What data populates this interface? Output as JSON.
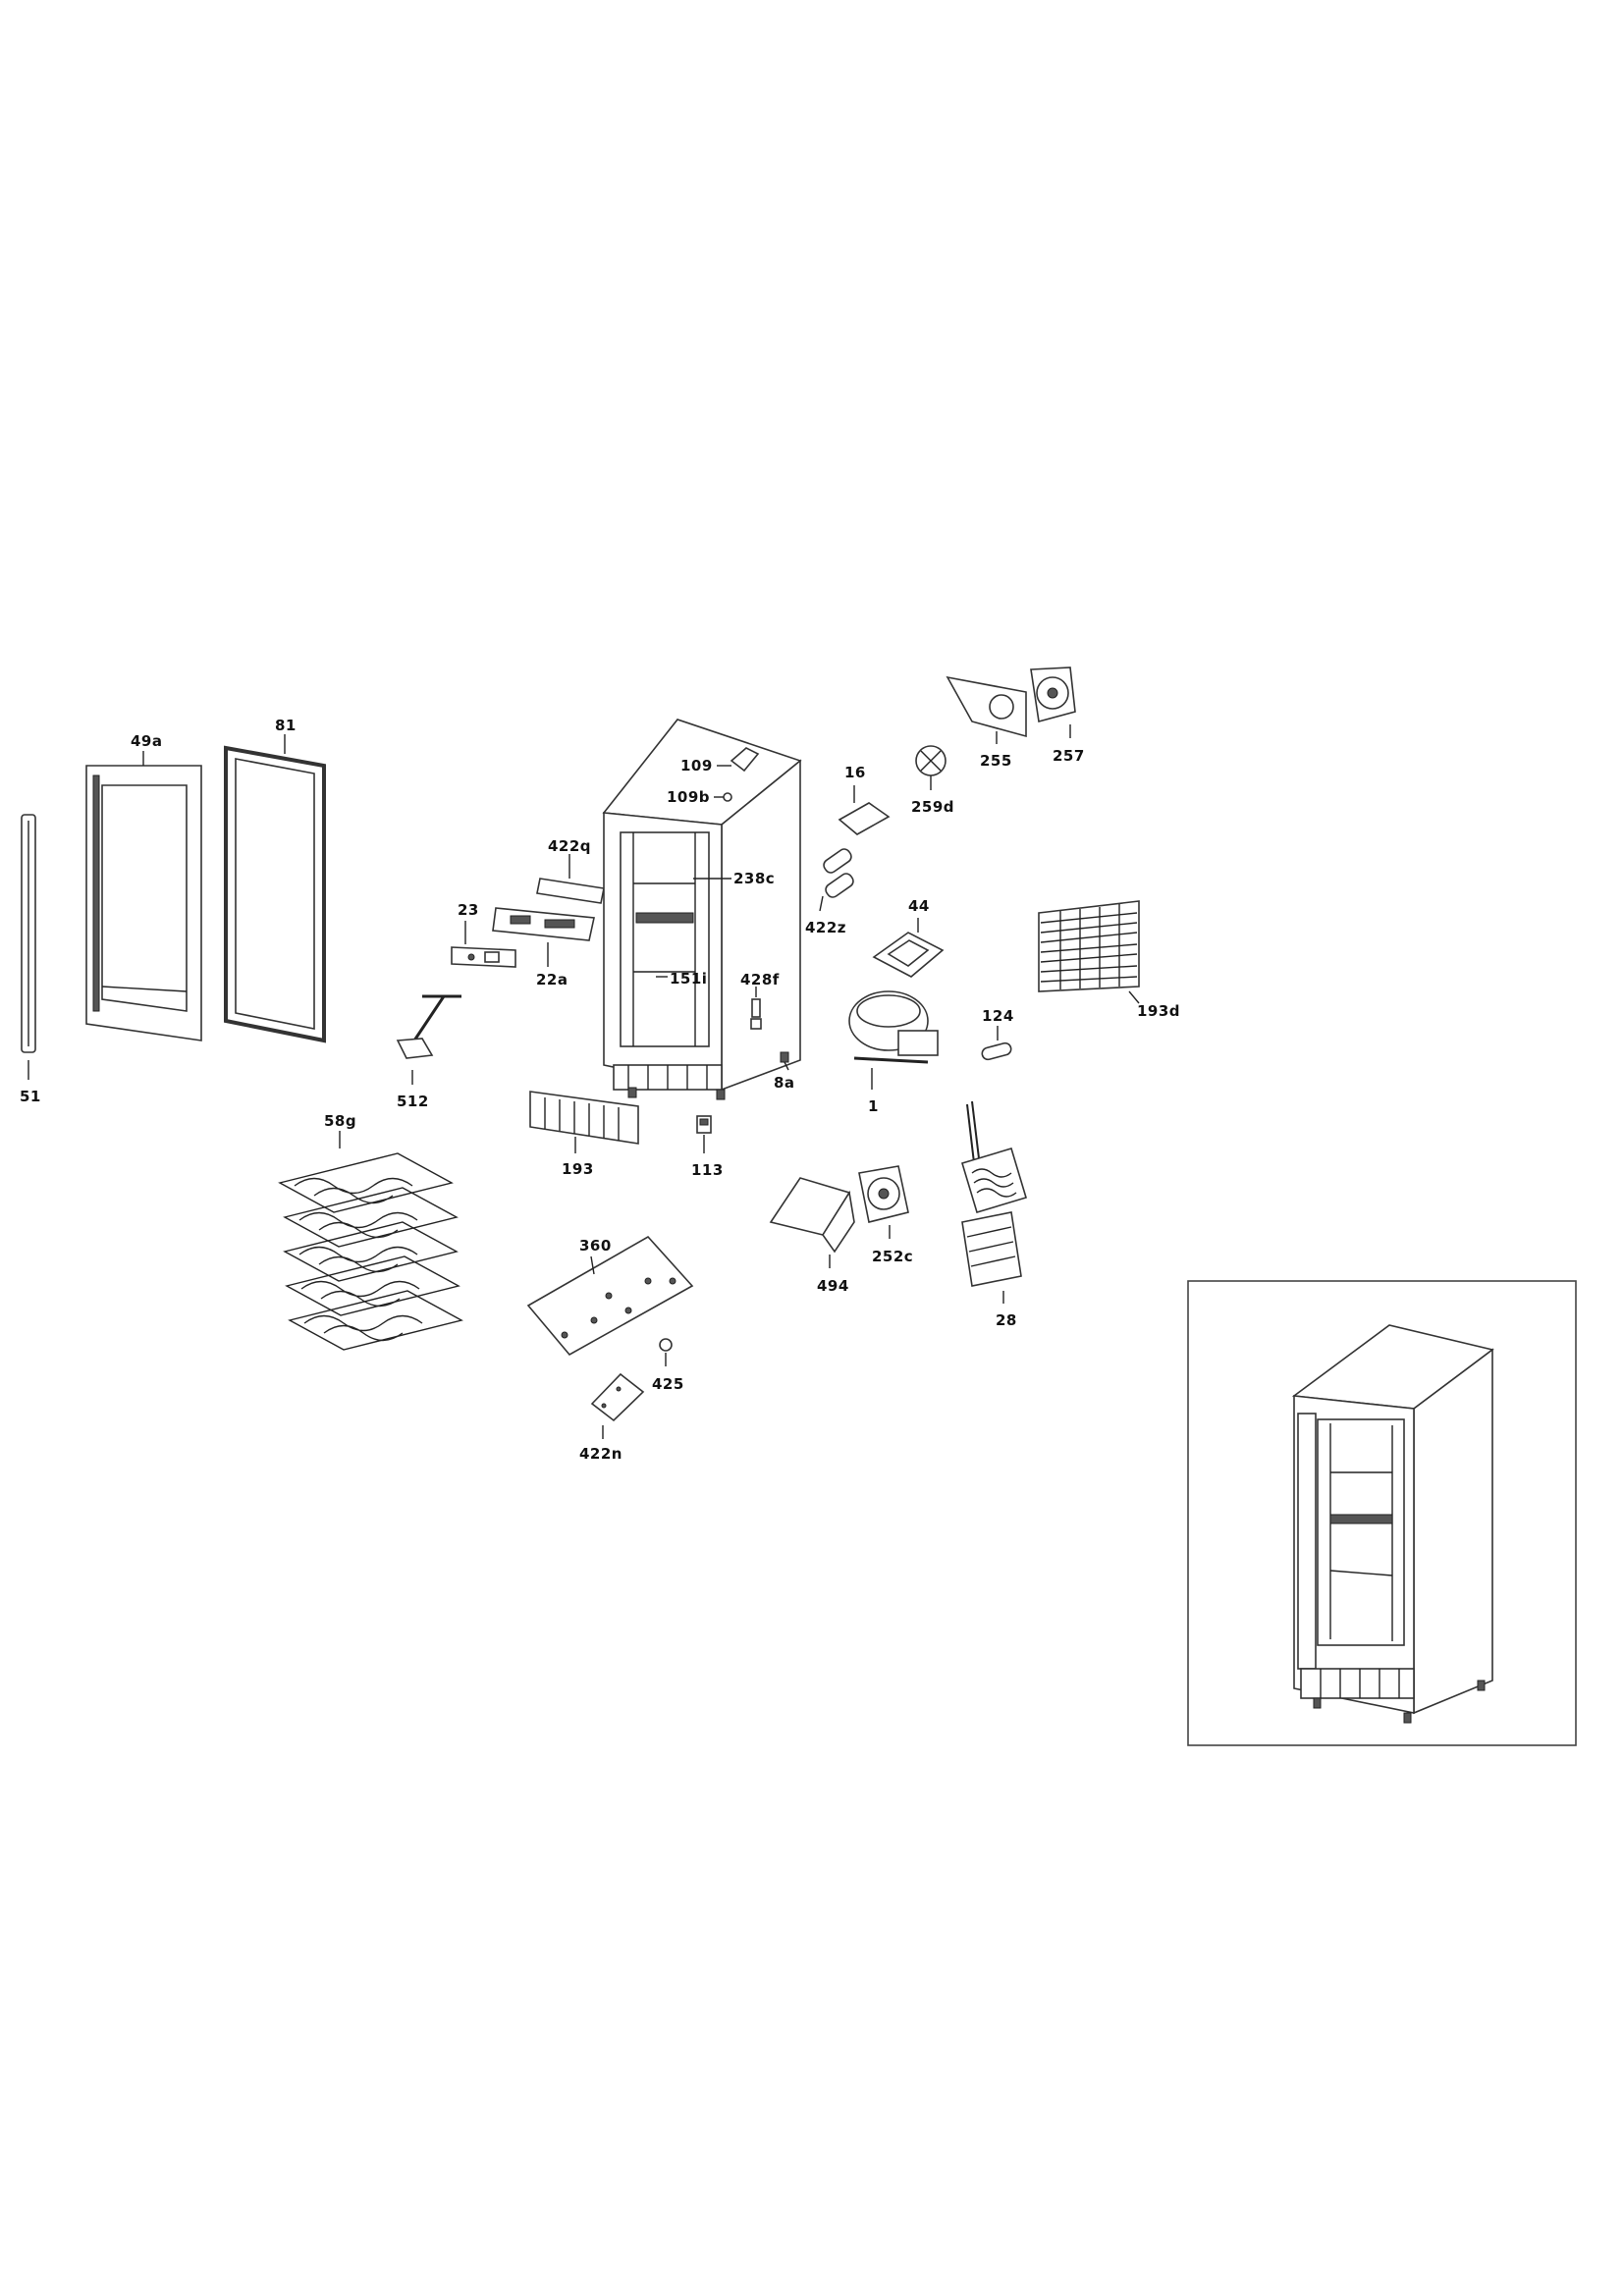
{
  "labels": {
    "p51": "51",
    "p49a": "49a",
    "p81": "81",
    "p512": "512",
    "p58g": "58g",
    "p23": "23",
    "p22a": "22a",
    "p422q": "422q",
    "p193": "193",
    "p360": "360",
    "p425": "425",
    "p422n": "422n",
    "p109": "109",
    "p109b": "109b",
    "p238c": "238c",
    "p151i": "151i",
    "p428f": "428f",
    "p8a": "8a",
    "p113": "113",
    "p16": "16",
    "p422z": "422z",
    "p259d": "259d",
    "p255": "255",
    "p257": "257",
    "p44": "44",
    "p193d": "193d",
    "p124": "124",
    "p1": "1",
    "p494": "494",
    "p252c": "252c",
    "p28": "28"
  }
}
